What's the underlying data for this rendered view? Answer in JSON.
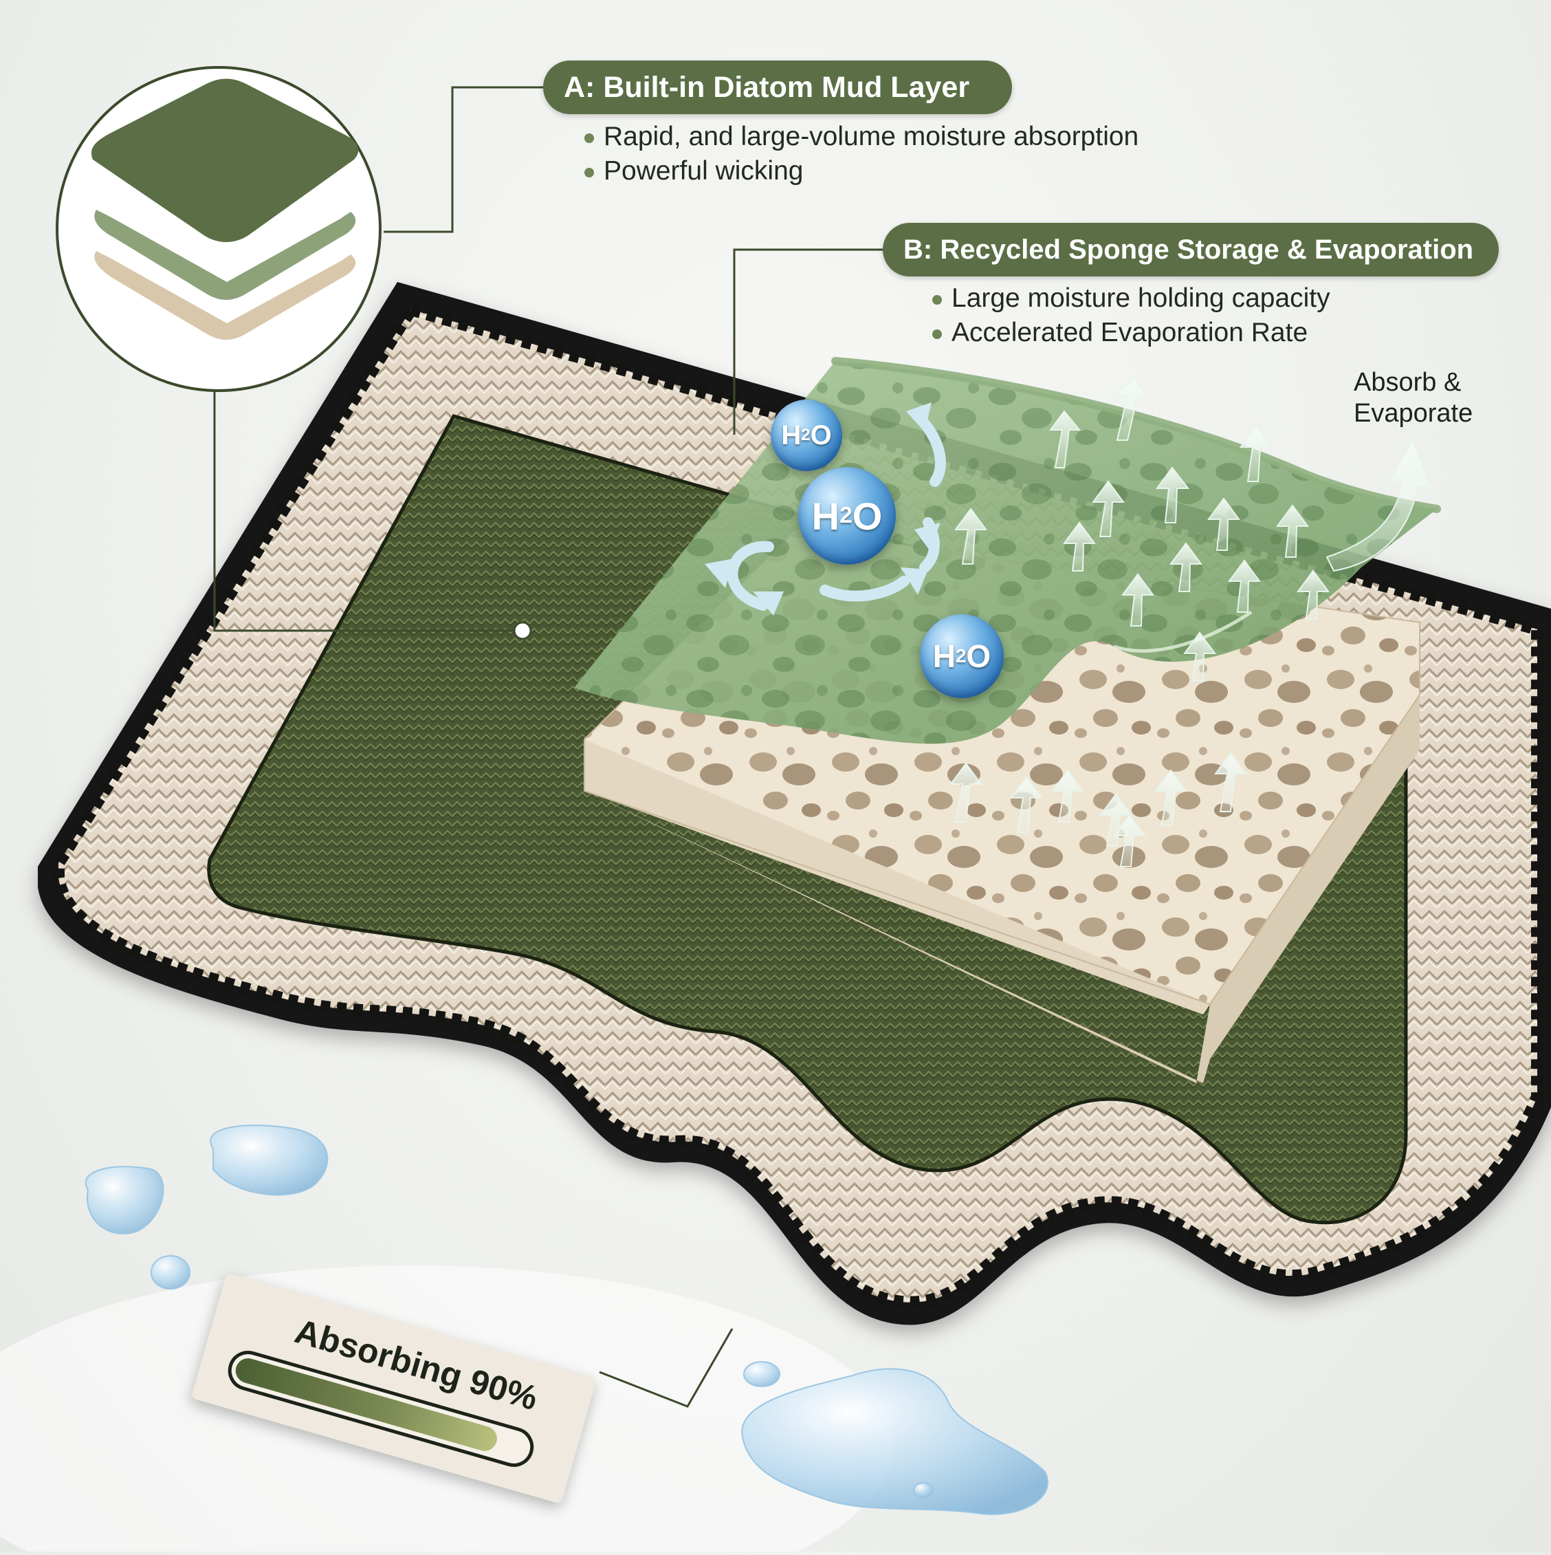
{
  "callout_a": {
    "title": "A: Built-in Diatom Mud Layer",
    "bullets": [
      "Rapid, and large-volume moisture absorption",
      "Powerful wicking"
    ]
  },
  "callout_b": {
    "title": "B: Recycled Sponge Storage & Evaporation",
    "bullets": [
      "Large moisture holding capacity",
      "Accelerated Evaporation Rate"
    ]
  },
  "evaporate_label": "Absorb &\nEvaporate",
  "water_molecules": [
    {
      "base": "H",
      "sub": "2",
      "tail": "O"
    },
    {
      "base": "H",
      "sub": "2",
      "tail": "O"
    },
    {
      "base": "H",
      "sub": "2",
      "tail": "O"
    }
  ],
  "absorb_status": {
    "label": "Absorbing 90%",
    "progress_fraction": 0.9
  },
  "colors": {
    "mud_green": "#5b6e45",
    "mud_green_dark": "#3f4b2d",
    "layer_light_green": "#8ea27a",
    "layer_beige": "#d8c7aa",
    "border_black": "#141412",
    "sponge_beige": "#ece2d0",
    "water_blue": "#3c8ed1"
  },
  "icons": [
    "layer-stack-icon",
    "evaporation-arrow-icon",
    "water-droplet-icon"
  ]
}
